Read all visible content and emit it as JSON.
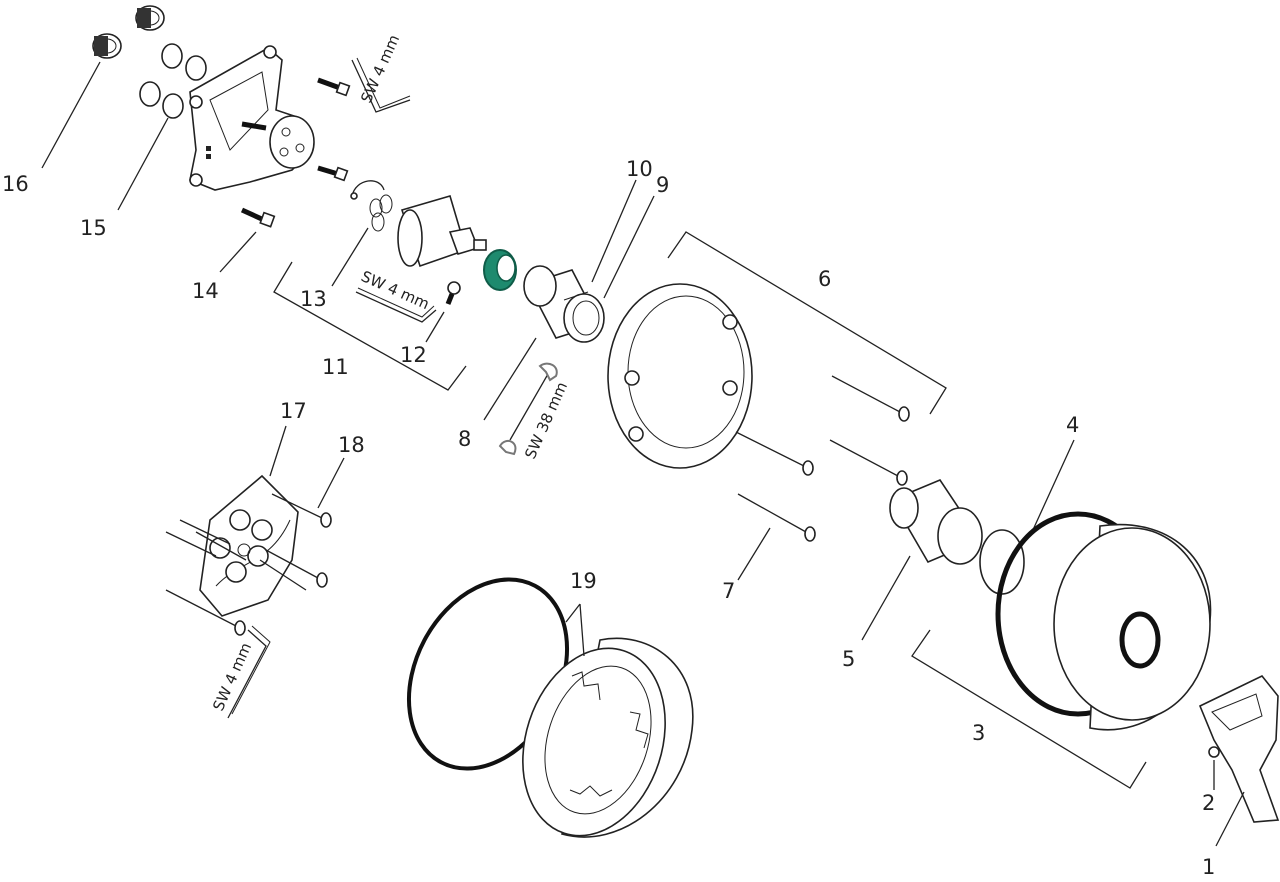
{
  "callouts": {
    "c1": "1",
    "c2": "2",
    "c3": "3",
    "c4": "4",
    "c5": "5",
    "c6": "6",
    "c7": "7",
    "c8": "8",
    "c9": "9",
    "c10": "10",
    "c11": "11",
    "c12": "12",
    "c13": "13",
    "c14": "14",
    "c15": "15",
    "c16": "16",
    "c17": "17",
    "c18": "18",
    "c19": "19"
  },
  "tool_labels": {
    "hex_key_top": "SW 4 mm",
    "hex_key_mid": "SW 4 mm",
    "hex_key_left": "SW 4 mm",
    "wrench": "SW 38 mm"
  },
  "colors": {
    "line": "#222222",
    "accent_green": "#1e8a6e",
    "accent_green_dark": "#0f5c48"
  }
}
